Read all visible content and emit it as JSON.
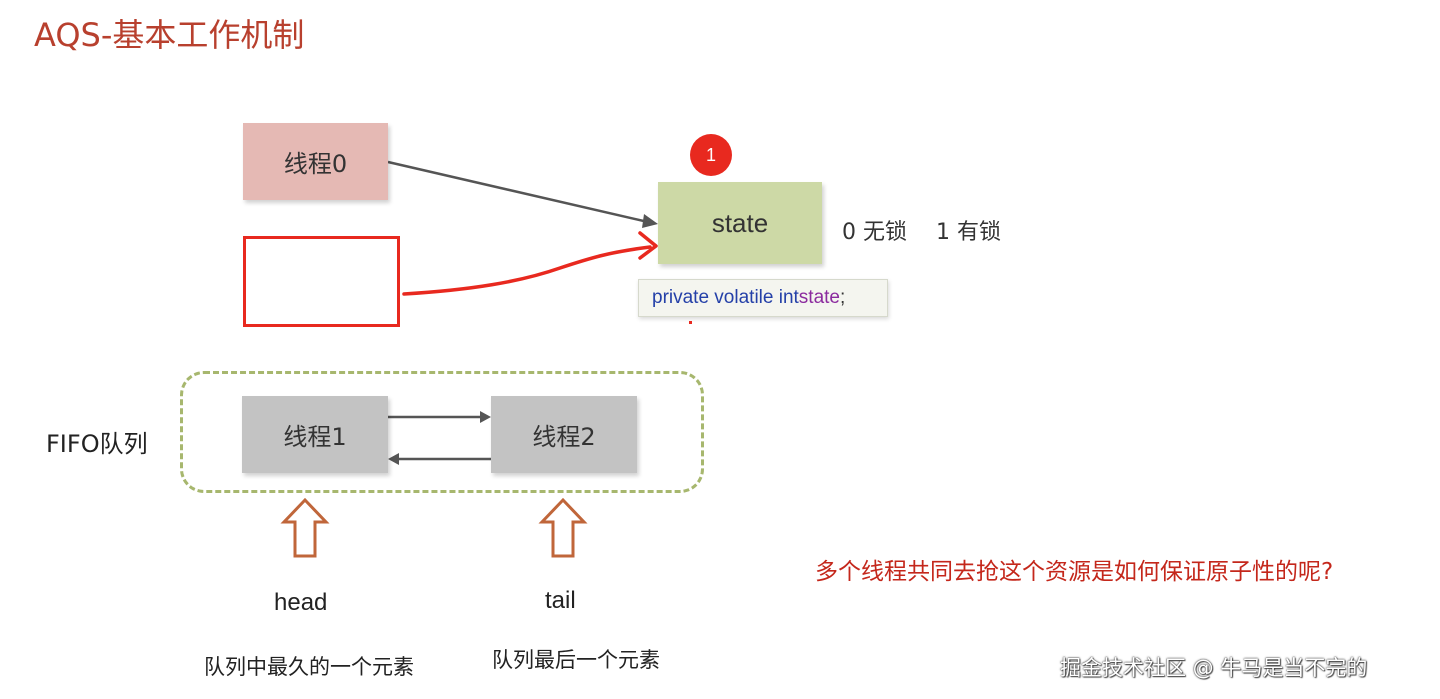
{
  "title": "AQS-基本工作机制",
  "threads": {
    "thread0": "线程0",
    "thread1": "线程1",
    "thread2": "线程2"
  },
  "state": {
    "label": "state",
    "badge": "1",
    "unlocked": "0 无锁",
    "locked": "1 有锁",
    "code": {
      "kw": "private volatile int ",
      "var": "state",
      "end": ";"
    }
  },
  "queue": {
    "label": "FIFO队列",
    "head": "head",
    "tail": "tail",
    "head_desc": "队列中最久的一个元素",
    "tail_desc": "队列最后一个元素"
  },
  "question": "多个线程共同去抢这个资源是如何保证原子性的呢?",
  "watermark": "掘金技术社区 @ 牛马是当不完的",
  "colors": {
    "title": "#b8402e",
    "thread0": "#e5b9b4",
    "state": "#cdd9a6",
    "queue_thread": "#c3c3c3",
    "queue_border": "#a7b76e",
    "red_accent": "#e8291f",
    "up_arrow": "#c0663a"
  }
}
